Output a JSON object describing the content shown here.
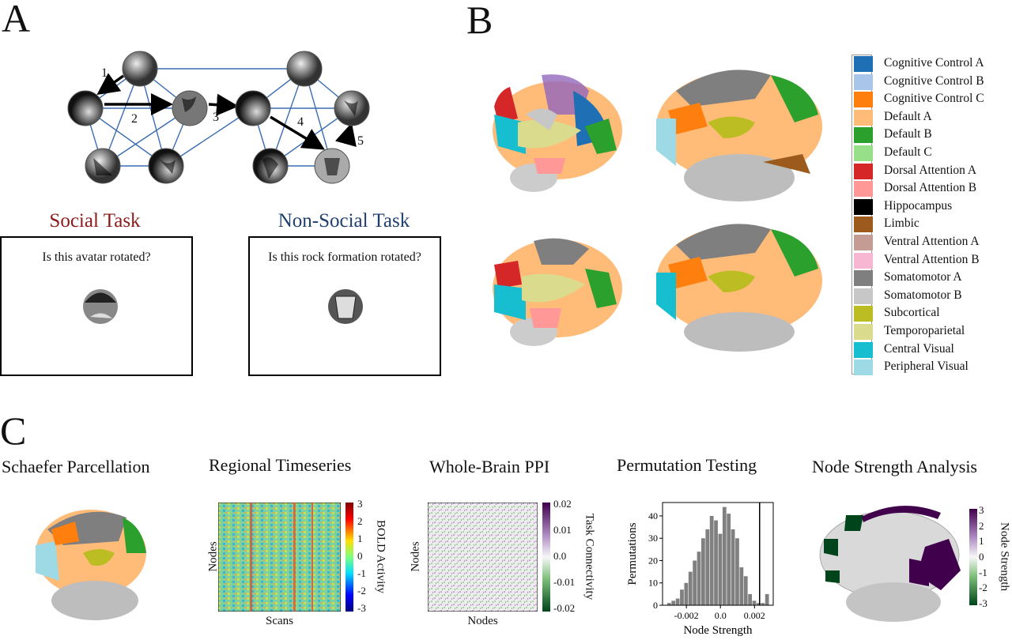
{
  "panel_a": {
    "letter": "A",
    "graph": {
      "step_labels": [
        "1",
        "2",
        "3",
        "4",
        "5"
      ]
    },
    "social": {
      "title": "Social Task",
      "title_color": "#8b1a1a",
      "question": "Is this avatar rotated?"
    },
    "nonsocial": {
      "title": "Non-Social Task",
      "title_color": "#1f3f6e",
      "question": "Is this rock formation rotated?"
    }
  },
  "panel_b": {
    "letter": "B",
    "legend": [
      {
        "label": "Cognitive Control A",
        "color": "#1f6fb4"
      },
      {
        "label": "Cognitive Control B",
        "color": "#a9c6ea"
      },
      {
        "label": "Cognitive Control C",
        "color": "#ff7f0e"
      },
      {
        "label": "Default A",
        "color": "#ffbb78"
      },
      {
        "label": "Default B",
        "color": "#2ca02c"
      },
      {
        "label": "Default C",
        "color": "#98df8a"
      },
      {
        "label": "Dorsal Attention A",
        "color": "#d62728"
      },
      {
        "label": "Dorsal Attention B",
        "color": "#ff9896"
      },
      {
        "label": "Hippocampus",
        "color": "#000000"
      },
      {
        "label": "Limbic",
        "color": "#9c5a1c"
      },
      {
        "label": "Ventral Attention A",
        "color": "#c49c94"
      },
      {
        "label": "Ventral Attention B",
        "color": "#f7b6d2"
      },
      {
        "label": "Somatomotor A",
        "color": "#7f7f7f"
      },
      {
        "label": "Somatomotor B",
        "color": "#c7c7c7"
      },
      {
        "label": "Subcortical",
        "color": "#bcbd22"
      },
      {
        "label": "Temporoparietal",
        "color": "#dbdb8d"
      },
      {
        "label": "Central Visual",
        "color": "#17becf"
      },
      {
        "label": "Peripheral Visual",
        "color": "#9edae5"
      }
    ]
  },
  "panel_c": {
    "letter": "C",
    "titles": [
      "Schaefer Parcellation",
      "Regional Timeseries",
      "Whole-Brain PPI",
      "Permutation Testing",
      "Node Strength Analysis"
    ],
    "timeseries": {
      "xlabel": "Scans",
      "ylabel": "Nodes",
      "cbar_label": "BOLD Activity",
      "cbar_ticks": [
        "3",
        "2",
        "1",
        "0",
        "-1",
        "-2",
        "-3"
      ]
    },
    "ppi": {
      "xlabel": "Nodes",
      "ylabel": "Nodes",
      "cbar_label": "Task Connectivity",
      "cbar_ticks": [
        "0.02",
        "0.01",
        "0.0",
        "-0.01",
        "-0.02"
      ]
    },
    "strength": {
      "cbar_label": "Node Strength",
      "cbar_ticks": [
        "3",
        "2",
        "1",
        "0",
        "-1",
        "-2",
        "-3"
      ]
    }
  },
  "chart_data": {
    "type": "bar",
    "title": "Permutation Testing",
    "xlabel": "Node Strength",
    "ylabel": "Permutations",
    "xlim": [
      -0.0034,
      0.0031
    ],
    "ylim": [
      0,
      46
    ],
    "xticks": [
      "-0.002",
      "0.0",
      "0.002"
    ],
    "yticks": [
      "0",
      "10",
      "20",
      "30",
      "40"
    ],
    "bin_width": 0.00025,
    "bin_centers": [
      -0.003,
      -0.00275,
      -0.0025,
      -0.00225,
      -0.002,
      -0.00175,
      -0.0015,
      -0.00125,
      -0.001,
      -0.00075,
      -0.0005,
      -0.00025,
      0.0,
      0.00025,
      0.0005,
      0.00075,
      0.001,
      0.00125,
      0.0015,
      0.00175,
      0.002,
      0.00225,
      0.0025,
      0.00275
    ],
    "values": [
      1,
      2,
      3,
      7,
      10,
      15,
      20,
      24,
      30,
      34,
      40,
      38,
      32,
      44,
      41,
      34,
      30,
      17,
      13,
      5,
      2,
      1,
      1,
      5
    ],
    "observed_line_x": 0.0023
  }
}
